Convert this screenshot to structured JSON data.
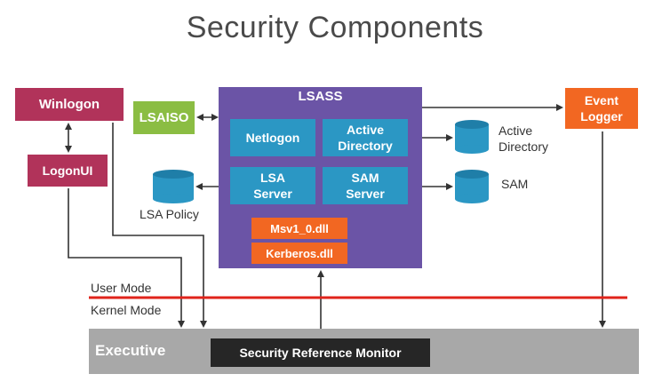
{
  "title": "Security Components",
  "nodes": {
    "winlogon": "Winlogon",
    "logonui": "LogonUI",
    "lsaiso": "LSAISO",
    "lsass": "LSASS",
    "netlogon": "Netlogon",
    "active_directory_line1": "Active",
    "active_directory_line2": "Directory",
    "lsa_server_line1": "LSA",
    "lsa_server_line2": "Server",
    "sam_server_line1": "SAM",
    "sam_server_line2": "Server",
    "msv": "Msv1_0.dll",
    "kerberos": "Kerberos.dll",
    "event_logger_line1": "Event",
    "event_logger_line2": "Logger",
    "executive": "Executive",
    "srm": "Security Reference Monitor"
  },
  "stores": {
    "active_directory_line1": "Active",
    "active_directory_line2": "Directory",
    "sam": "SAM",
    "lsa_policy": "LSA Policy"
  },
  "boundary": {
    "user_mode": "User Mode",
    "kernel_mode": "Kernel Mode"
  },
  "colors": {
    "winlogon": "#b1335a",
    "lsaiso": "#8bbd43",
    "lsass": "#6b54a6",
    "inner": "#2b97c4",
    "orange": "#f26722",
    "boundary": "#e0231b",
    "executive": "#a8a8a8",
    "srm": "#262626"
  }
}
